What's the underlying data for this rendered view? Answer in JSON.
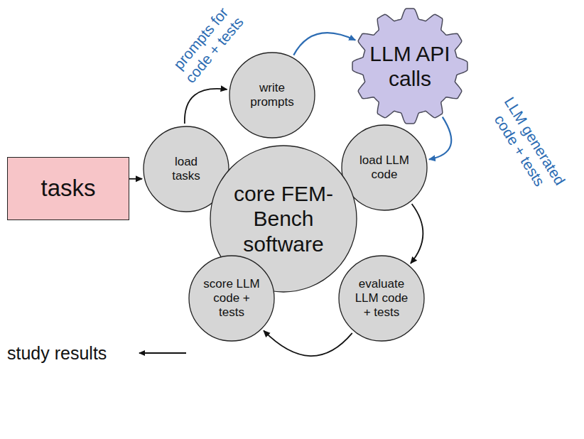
{
  "diagram": {
    "nodes": [
      {
        "text": [
          "tasks"
        ]
      },
      {
        "text": [
          "load tasks"
        ]
      },
      {
        "text": [
          "write prompts"
        ]
      },
      {
        "text": [
          "LLM API calls"
        ]
      },
      {
        "text": [
          "load LLM code"
        ]
      },
      {
        "text": [
          "core FEM-Bench software"
        ]
      },
      {
        "text": [
          "evaluate LLM code + tests"
        ]
      },
      {
        "text": [
          "score LLM code + tests"
        ]
      }
    ],
    "edges": [
      {
        "from": 0,
        "to": 1,
        "arrow": "to"
      },
      {
        "from": 1,
        "to": 2,
        "arrow": "to"
      },
      {
        "from": 2,
        "to": 3,
        "label": "prompts for code + tests",
        "arrow": "to"
      },
      {
        "from": 3,
        "to": 4,
        "label": "LLM generated code + tests",
        "arrow": "to"
      },
      {
        "from": 4,
        "to": 6,
        "arrow": "to"
      },
      {
        "from": 6,
        "to": 7,
        "arrow": "to"
      }
    ],
    "labels": [
      "study results"
    ]
  }
}
